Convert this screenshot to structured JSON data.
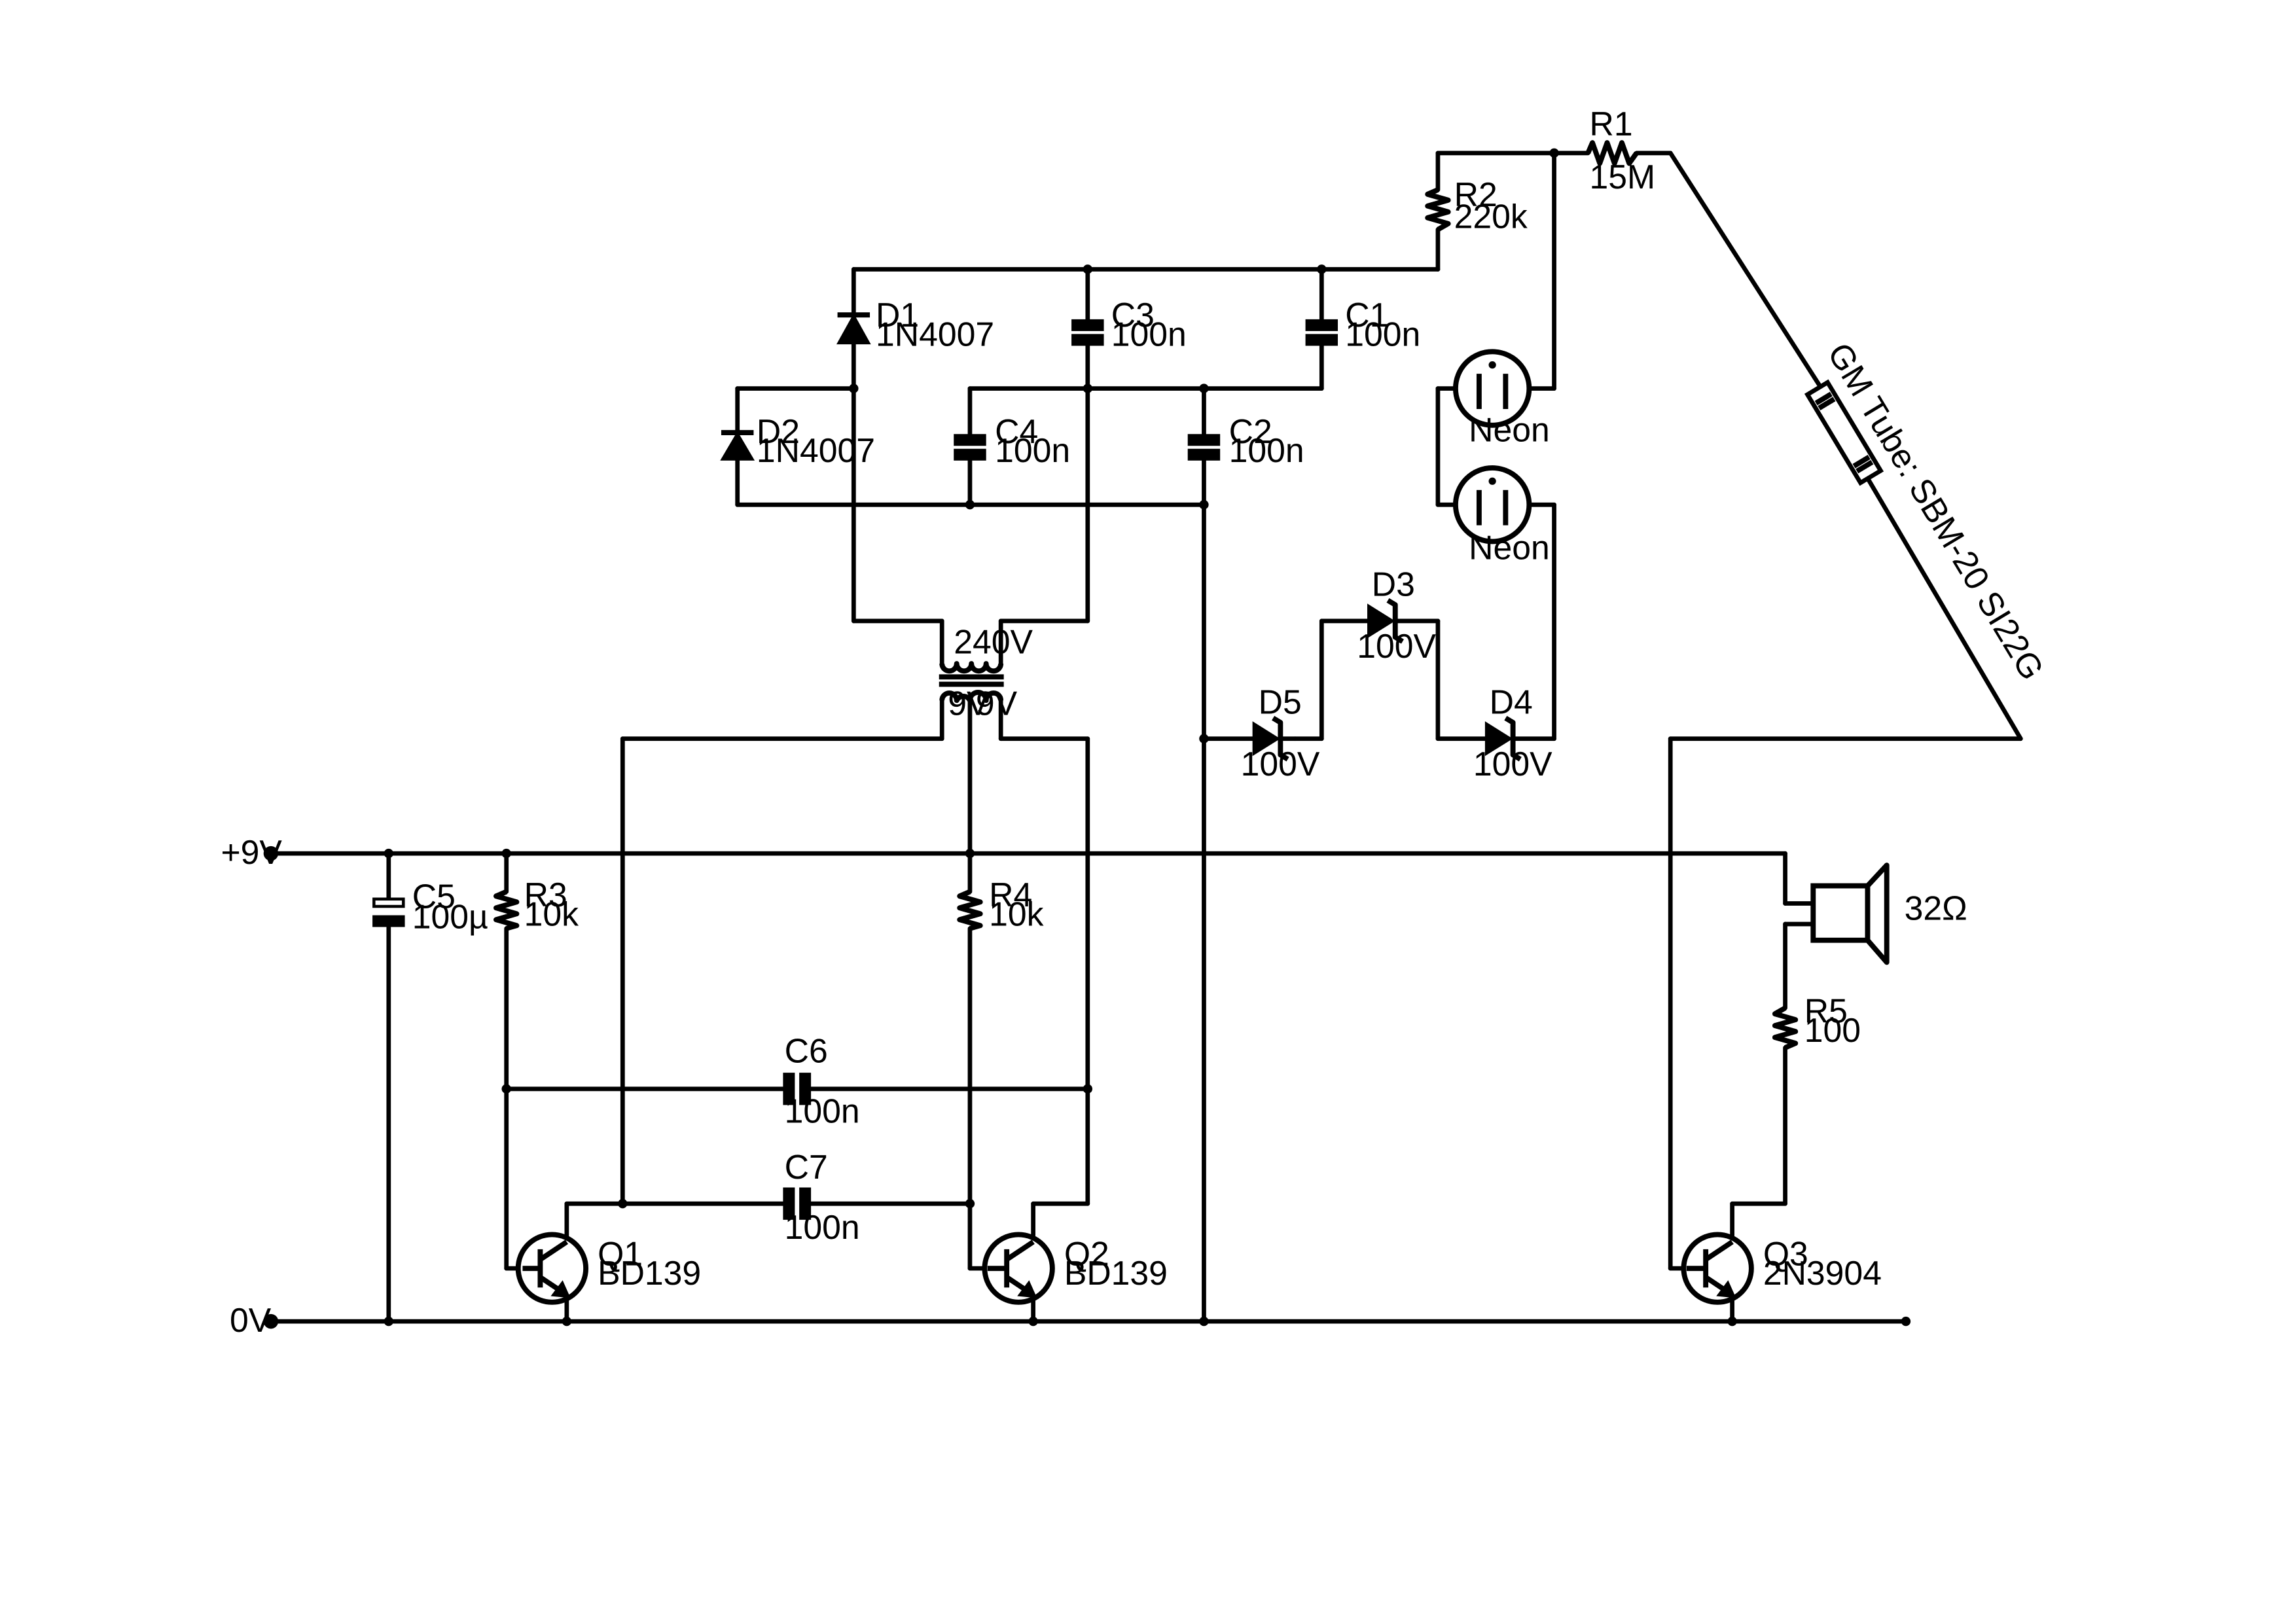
{
  "rails": {
    "vplus": "+9V",
    "zero": "0V"
  },
  "components": {
    "R1": {
      "ref": "R1",
      "value": "15M"
    },
    "R2": {
      "ref": "R2",
      "value": "220k"
    },
    "R3": {
      "ref": "R3",
      "value": "10k"
    },
    "R4": {
      "ref": "R4",
      "value": "10k"
    },
    "R5": {
      "ref": "R5",
      "value": "100"
    },
    "C1": {
      "ref": "C1",
      "value": "100n"
    },
    "C2": {
      "ref": "C2",
      "value": "100n"
    },
    "C3": {
      "ref": "C3",
      "value": "100n"
    },
    "C4": {
      "ref": "C4",
      "value": "100n"
    },
    "C5": {
      "ref": "C5",
      "value": "100µ"
    },
    "C6": {
      "ref": "C6",
      "value": "100n"
    },
    "C7": {
      "ref": "C7",
      "value": "100n"
    },
    "D1": {
      "ref": "D1",
      "value": "1N4007"
    },
    "D2": {
      "ref": "D2",
      "value": "1N4007"
    },
    "D3": {
      "ref": "D3",
      "value": "100V"
    },
    "D4": {
      "ref": "D4",
      "value": "100V"
    },
    "D5": {
      "ref": "D5",
      "value": "100V"
    },
    "Q1": {
      "ref": "Q1",
      "value": "BD139"
    },
    "Q2": {
      "ref": "Q2",
      "value": "BD139"
    },
    "Q3": {
      "ref": "Q3",
      "value": "2N3904"
    },
    "T1": {
      "primary": "240V",
      "sec_a": "9V",
      "sec_b": "9V"
    },
    "N1": {
      "label": "Neon"
    },
    "N2": {
      "label": "Neon"
    },
    "GM": {
      "label": "GM Tube: SBM-20 SI22G"
    },
    "LS": {
      "value": "32Ω"
    }
  }
}
